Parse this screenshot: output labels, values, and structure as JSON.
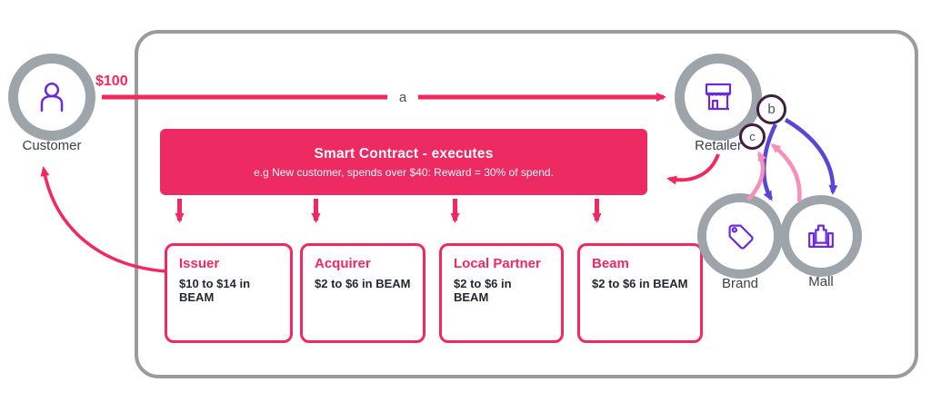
{
  "colors": {
    "pink": "#F2295E",
    "pink_box": "#EE2A62",
    "pink_light": "#F78FBA",
    "indigo": "#5847D6",
    "purple_icon": "#6C2BD9",
    "ring_gray": "#9EA5AA",
    "frame_gray": "#9B9B9B",
    "marker_border": "#3F2041",
    "text_dark": "#23272F",
    "label_gray": "#3C4046"
  },
  "nodes": {
    "customer": {
      "label": "Customer"
    },
    "retailer": {
      "label": "Retailer"
    },
    "brand": {
      "label": "Brand"
    },
    "mall": {
      "label": "Mall"
    }
  },
  "markers": {
    "a": "a",
    "b": "b",
    "c": "c"
  },
  "payment": {
    "amount": "$100"
  },
  "smart_contract": {
    "title": "Smart Contract - executes",
    "subtitle": "e.g New customer, spends over $40: Reward = 30% of spend."
  },
  "payout_boxes": [
    {
      "title": "Issuer",
      "amount": "$10 to $14 in BEAM"
    },
    {
      "title": "Acquirer",
      "amount": "$2 to $6 in BEAM"
    },
    {
      "title": "Local Partner",
      "amount": "$2 to $6 in BEAM"
    },
    {
      "title": "Beam",
      "amount": "$2 to $6 in BEAM"
    }
  ]
}
